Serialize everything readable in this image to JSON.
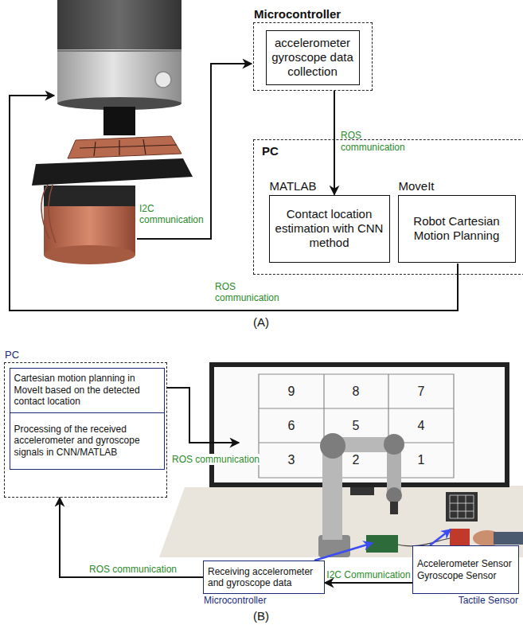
{
  "diagram": {
    "nodes": [
      {
        "text": [
          "Microcontroller"
        ]
      },
      {
        "text": [
          "accelerometer gyroscope data collection"
        ],
        "in": 0
      },
      {
        "text": [
          "PC"
        ]
      },
      {
        "text": [
          "MATLAB",
          "Contact location estimation with CNN method"
        ],
        "in": 2
      },
      {
        "text": [
          "MoveIt",
          "Robot Cartesian Motion Planning"
        ],
        "in": 2
      },
      {
        "text": [
          "PC"
        ]
      },
      {
        "text": [
          "Cartesian motion planning in MoveIt based on the detected contact location"
        ],
        "in": 5
      },
      {
        "text": [
          "Processing of the received accelerometer and gyroscope signals in CNN/MATLAB"
        ],
        "in": 5
      },
      {
        "text": [
          "Receiving accelerometer and gyroscope data",
          "Microcontroller"
        ]
      },
      {
        "text": [
          "Accelerometer Sensor Gyroscope Sensor",
          "Tactile Sensor"
        ]
      }
    ],
    "edges": [
      {
        "from": 0,
        "to": 3,
        "label": "ROS communication",
        "arrow": "to"
      },
      {
        "from": 9,
        "to": 8,
        "label": "I2C Communication",
        "arrow": "to"
      },
      {
        "from": 8,
        "to": 5,
        "label": "ROS communication",
        "arrow": "to"
      }
    ],
    "labels": [
      "I2C communication",
      "ROS communication",
      "(A)",
      "9",
      "8",
      "7",
      "6",
      "5",
      "4",
      "3",
      "2",
      "1",
      "ROS communication",
      "(B)"
    ]
  }
}
